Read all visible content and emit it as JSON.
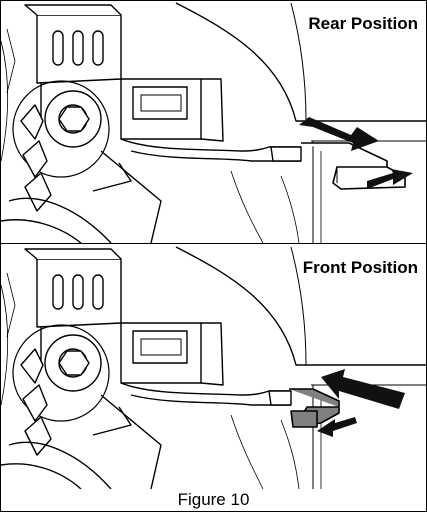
{
  "figure": {
    "panels": [
      {
        "label": "Rear Position",
        "illustration": "shift-lever-rear-position"
      },
      {
        "label": "Front Position",
        "illustration": "shift-lever-front-position"
      }
    ],
    "caption": "Figure 10",
    "colors": {
      "line": "#000000",
      "lever_rear": "#ffffff",
      "lever_front": "#808080",
      "arrow": "#111111"
    }
  }
}
